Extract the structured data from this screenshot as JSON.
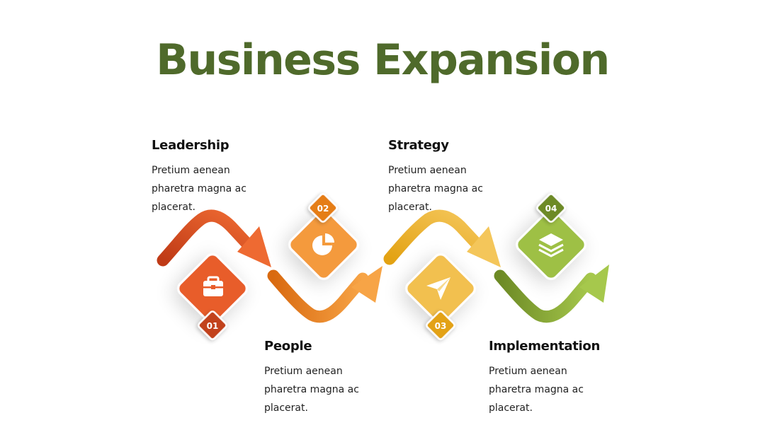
{
  "title": "Business Expansion",
  "colors": {
    "title": "#4f6a2b",
    "step1": "#e85d2b",
    "step2": "#f49a3c",
    "step3": "#f2c04f",
    "step4": "#9ec044"
  },
  "steps": [
    {
      "number": "01",
      "title": "Leadership",
      "description": "Pretium aenean pharetra magna ac placerat.",
      "icon": "briefcase-icon"
    },
    {
      "number": "02",
      "title": "People",
      "description": "Pretium aenean pharetra magna ac placerat.",
      "icon": "pie-chart-icon"
    },
    {
      "number": "03",
      "title": "Strategy",
      "description": "Pretium aenean pharetra magna ac placerat.",
      "icon": "paper-plane-icon"
    },
    {
      "number": "04",
      "title": "Implementation",
      "description": "Pretium aenean pharetra magna ac placerat.",
      "icon": "layers-icon"
    }
  ]
}
